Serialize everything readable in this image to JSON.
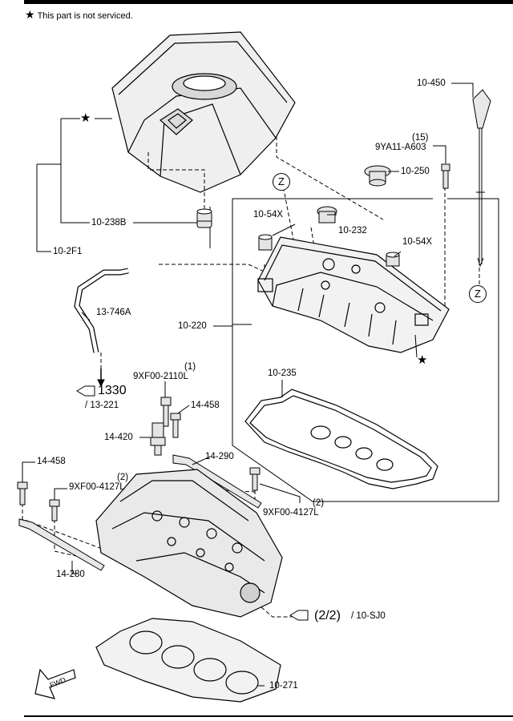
{
  "note": {
    "star": "★",
    "text": "This part is not serviced."
  },
  "zoom_marker": "Z",
  "labels": {
    "l_10_450": "10-450",
    "l_15": "(15)",
    "l_9ya11": "9YA11-A603",
    "l_10_250": "10-250",
    "l_10_238b": "10-238B",
    "l_10_54x_a": "10-54X",
    "l_10_232": "10-232",
    "l_10_54x_b": "10-54X",
    "l_10_2f1": "10-2F1",
    "l_13_746a": "13-746A",
    "l_10_220": "10-220",
    "l_1330": "1330",
    "l_13_221": "/ 13-221",
    "l_1": "(1)",
    "l_9xf00_2110l": "9XF00-2110L",
    "l_10_235": "10-235",
    "l_14_458_a": "14-458",
    "l_14_420": "14-420",
    "l_14_290": "14-290",
    "l_14_458_b": "14-458",
    "l_2a": "(2)",
    "l_9xf00_4127l_a": "9XF00-4127L",
    "l_2b": "(2)",
    "l_9xf00_4127l_b": "9XF00-4127L",
    "l_14_280": "14-280",
    "l_22": "(2/2)",
    "l_10_sj0": "/ 10-SJ0",
    "l_10_271": "10-271",
    "fwd": "FWD"
  }
}
